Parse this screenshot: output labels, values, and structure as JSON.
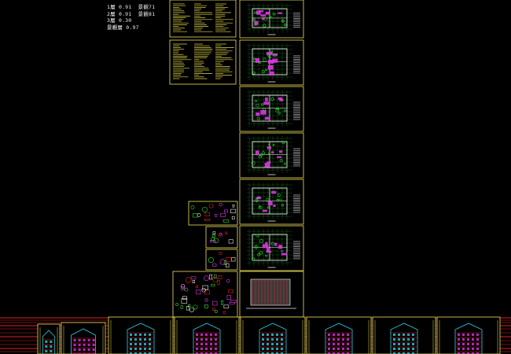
{
  "legend": {
    "rows": [
      {
        "name": "1層",
        "value": "0.91",
        "extra": "景觀71"
      },
      {
        "name": "2層",
        "value": "0.91",
        "extra": "景觀81"
      },
      {
        "name": "3層",
        "value": "0.30",
        "extra": ""
      },
      {
        "name": "景觀層",
        "value": "0.97",
        "extra": ""
      }
    ]
  },
  "colors": {
    "background": "#000000",
    "frame": "#f0e35a",
    "sheet_fill": "#001800",
    "text_lines": "#e4d84a",
    "plan_green": "#2edc2e",
    "plan_magenta": "#e034e8",
    "plan_white": "#e6e6e6",
    "elevation_red": "#e22121",
    "elevation_cyan": "#2ad0e6",
    "elevation_yellow": "#f0e35a"
  },
  "drawing_sheets": {
    "notes": [
      "design-notes-sheet-1",
      "design-notes-sheet-2"
    ],
    "floor_plans": [
      "plan-1",
      "plan-2",
      "plan-3",
      "plan-4",
      "plan-5",
      "plan-6"
    ],
    "details": [
      "detail-sheet-1",
      "detail-sheet-2",
      "detail-sheet-3",
      "detail-sheet-4"
    ],
    "section": "section-sheet",
    "elevations": [
      "elevation-1",
      "elevation-2",
      "elevation-3",
      "elevation-4",
      "elevation-5",
      "elevation-6",
      "elevation-7"
    ]
  }
}
